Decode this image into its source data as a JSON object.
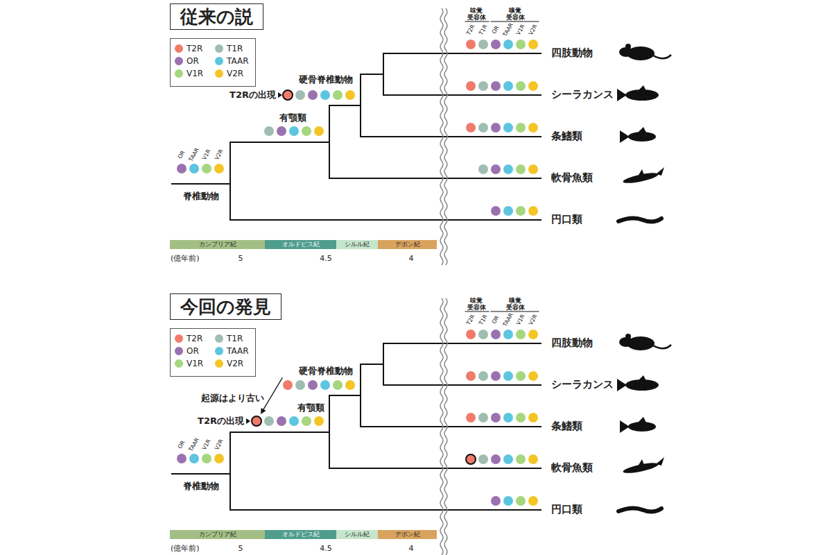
{
  "diagram": {
    "nodes": [
      {
        "text": [
          "従来の説"
        ]
      },
      {
        "text": [
          "カンブリア紀"
        ]
      },
      {
        "text": [
          "オルドビス紀"
        ]
      },
      {
        "text": [
          "シルル紀"
        ]
      },
      {
        "text": [
          "デボン紀"
        ]
      },
      {
        "text": [
          "今回の発見"
        ]
      },
      {
        "text": [
          "カンブリア紀"
        ]
      },
      {
        "text": [
          "オルドビス紀"
        ]
      },
      {
        "text": [
          "シルル紀"
        ]
      },
      {
        "text": [
          "デボン紀"
        ]
      }
    ],
    "labels": [
      "味覚 受容体",
      "嗅覚 受容体",
      "T2R",
      "T1R",
      "OR",
      "TAAR",
      "V1R",
      "V2R",
      "T2Rの出現",
      "硬骨脊椎動物",
      "有顎類",
      "OR",
      "TAAR",
      "V1R",
      "V2R",
      "脊椎動物",
      "四肢動物",
      "シーラカンス",
      "条鰭類",
      "軟骨魚類",
      "円口類",
      "(億年前)",
      "5",
      "4.5",
      "4",
      "味覚 受容体",
      "嗅覚 受容体",
      "T2R",
      "T1R",
      "OR",
      "TAAR",
      "V1R",
      "V2R",
      "T2Rの出現",
      "硬骨脊椎動物",
      "有顎類",
      "OR",
      "TAAR",
      "V1R",
      "V2R",
      "脊椎動物",
      "四肢動物",
      "シーラカンス",
      "条鰭類",
      "軟骨魚類",
      "円口類",
      "(億年前)",
      "5",
      "4.5",
      "4",
      "起源はより古い"
    ],
    "legend": [
      {
        "text": "T2R",
        "color": "#f07b6b"
      },
      {
        "text": "T1R",
        "color": "#9fbdb2"
      },
      {
        "text": "OR",
        "color": "#9b72b0"
      },
      {
        "text": "TAAR",
        "color": "#5cc5e0"
      },
      {
        "text": "V1R",
        "color": "#a6d67e"
      },
      {
        "text": "V2R",
        "color": "#f4c527"
      },
      {
        "text": "T2R",
        "color": "#f07b6b"
      },
      {
        "text": "T1R",
        "color": "#9fbdb2"
      },
      {
        "text": "OR",
        "color": "#9b72b0"
      },
      {
        "text": "TAAR",
        "color": "#5cc5e0"
      },
      {
        "text": "V1R",
        "color": "#a6d67e"
      },
      {
        "text": "V2R",
        "color": "#f4c527"
      }
    ]
  }
}
